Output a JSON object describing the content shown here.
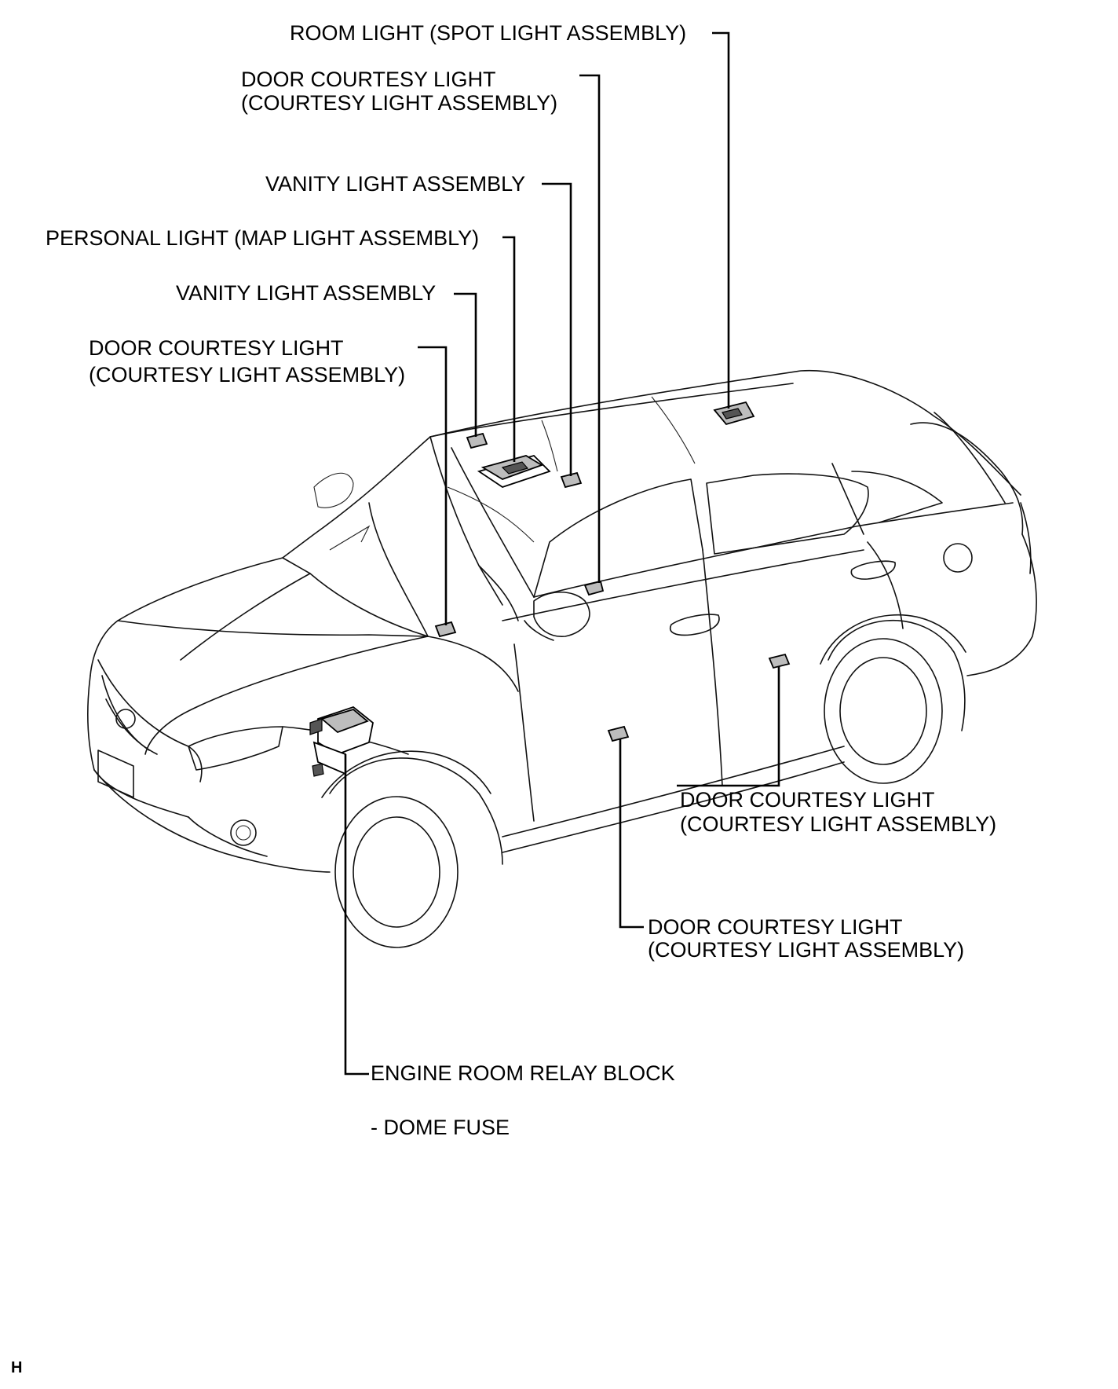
{
  "labels": {
    "room_light_line1": "ROOM LIGHT  (SPOT LIGHT ASSEMBLY)",
    "door_courtesy_rear_top_line1": "DOOR COURTESY LIGHT",
    "door_courtesy_rear_top_line2": "(COURTESY LIGHT ASSEMBLY)",
    "vanity_right": "VANITY LIGHT ASSEMBLY",
    "personal_light": "PERSONAL LIGHT  (MAP LIGHT ASSEMBLY)",
    "vanity_left": "VANITY LIGHT ASSEMBLY",
    "door_courtesy_front_top_line1": "DOOR COURTESY LIGHT",
    "door_courtesy_front_top_line2": "(COURTESY LIGHT ASSEMBLY)",
    "door_courtesy_rear_bottom_line1": "DOOR COURTESY LIGHT",
    "door_courtesy_rear_bottom_line2": "(COURTESY LIGHT ASSEMBLY)",
    "door_courtesy_front_bottom_line1": "DOOR COURTESY LIGHT",
    "door_courtesy_front_bottom_line2": "(COURTESY LIGHT ASSEMBLY)",
    "engine_room_relay_block": "ENGINE ROOM RELAY BLOCK",
    "dome_fuse": "- DOME FUSE"
  },
  "corner_marker": "H"
}
